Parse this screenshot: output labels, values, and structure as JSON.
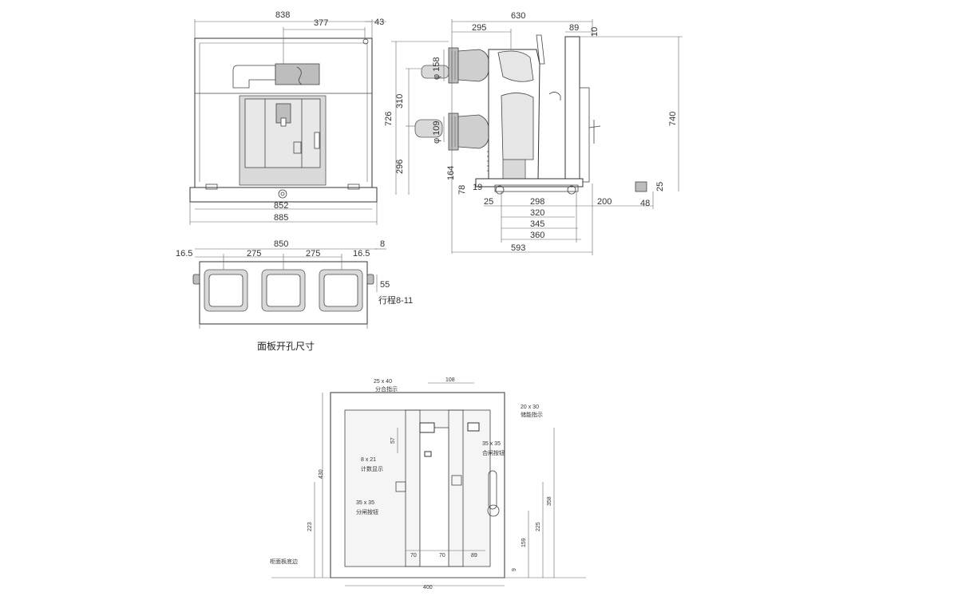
{
  "front_view": {
    "dims": [
      "838",
      "377",
      "43",
      "852",
      "885"
    ]
  },
  "side_view": {
    "dims": [
      "630",
      "295",
      "89",
      "10",
      "158",
      "310",
      "726",
      "109",
      "296",
      "740",
      "164",
      "78",
      "19",
      "25",
      "298",
      "200",
      "48",
      "25",
      "320",
      "345",
      "360",
      "593"
    ],
    "phi_158": "φ 158",
    "phi_109": "φ 109"
  },
  "top_view": {
    "dims": [
      "850",
      "16.5",
      "275",
      "275",
      "16.5",
      "8",
      "55"
    ],
    "stroke_label": "行程8-11"
  },
  "panel_caption": "面板开孔尺寸",
  "panel_view": {
    "dims": [
      "108",
      "57",
      "430",
      "223",
      "358",
      "225",
      "159",
      "9",
      "70",
      "70",
      "89",
      "400"
    ],
    "labels": [
      {
        "size": "25 x 40",
        "name": "分合指示"
      },
      {
        "size": "20 x 30",
        "name": "储能指示"
      },
      {
        "size": "35 x 35",
        "name": "合闸按钮"
      },
      {
        "size": "8 x 21",
        "name": "计数显示"
      },
      {
        "size": "35 x 35",
        "name": "分闸按钮"
      }
    ],
    "floor_label": "柜面板底边"
  }
}
